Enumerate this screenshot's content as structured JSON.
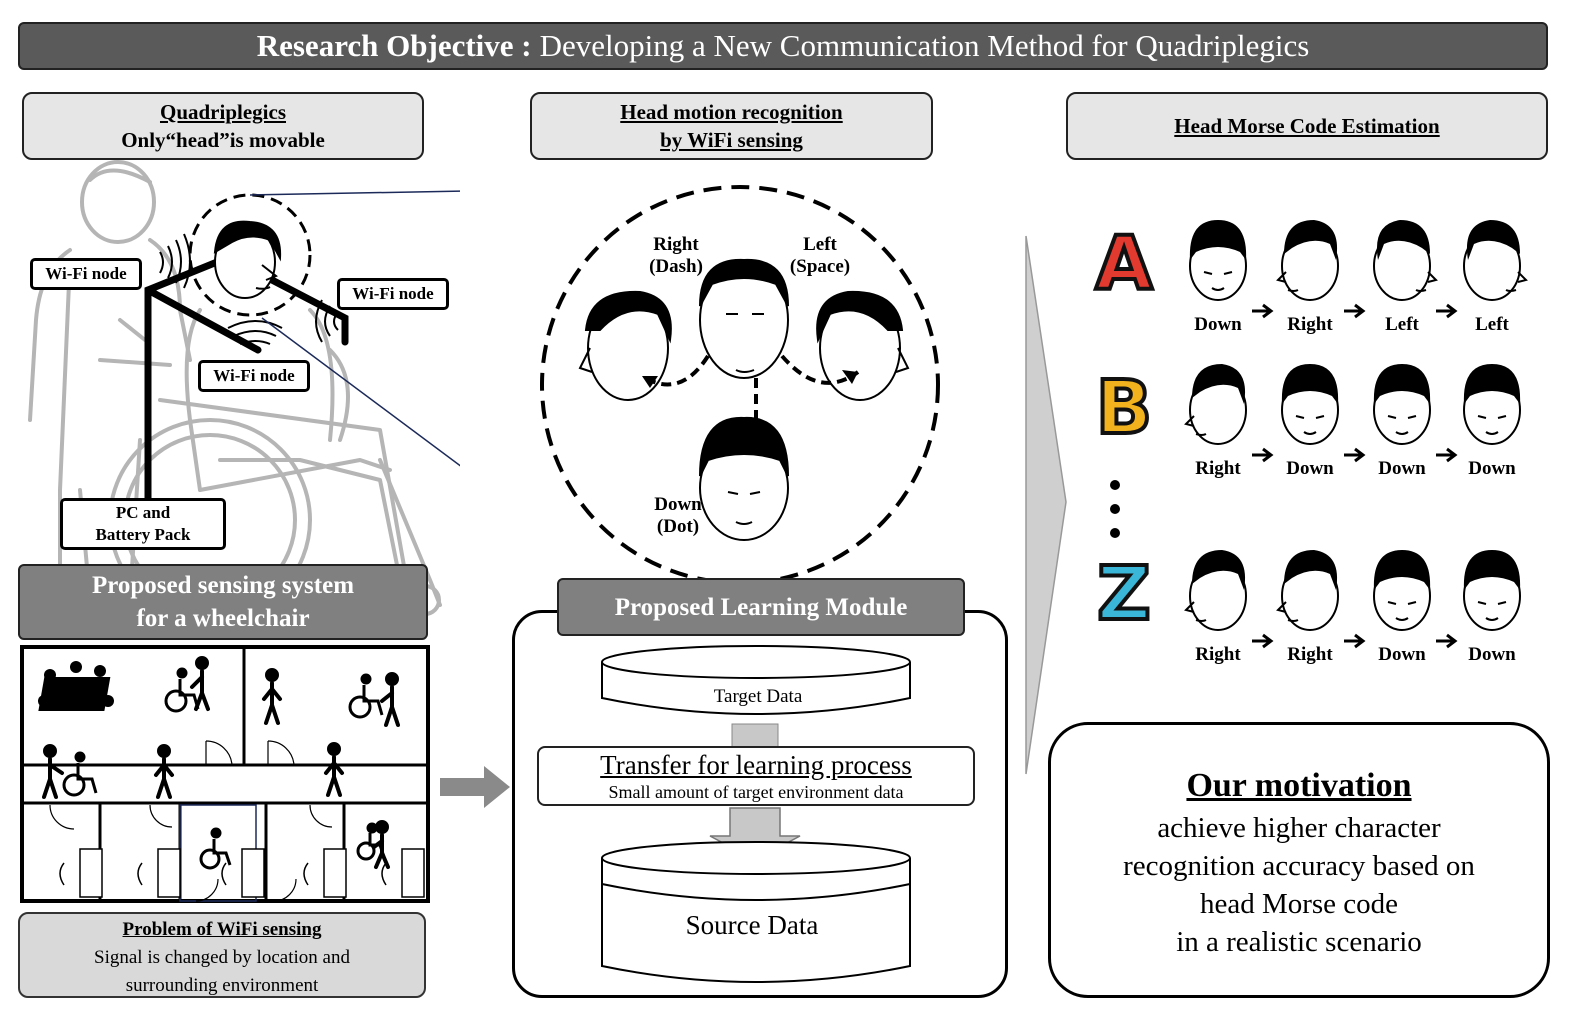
{
  "title": {
    "bold": "Research Objective :",
    "rest": "Developing a New Communication Method for Quadriplegics"
  },
  "headers": {
    "left": {
      "line1": "Quadriplegics",
      "line2": "Only“head”is movable"
    },
    "middle": {
      "line1": "Head motion recognition",
      "line2": "by WiFi sensing"
    },
    "right": {
      "line1": "Head Morse Code Estimation"
    }
  },
  "wheelchair": {
    "wifi_node_1": "Wi-Fi node",
    "wifi_node_2": "Wi-Fi node",
    "wifi_node_3": "Wi-Fi node",
    "pc_line1": "PC and",
    "pc_line2": "Battery Pack",
    "system_line1": "Proposed sensing system",
    "system_line2": "for a wheelchair"
  },
  "problem": {
    "title": "Problem of WiFi sensing",
    "line1": "Signal is changed by location and",
    "line2": "surrounding environment"
  },
  "motion": {
    "right": "Right",
    "right_sub": "(Dash)",
    "left": "Left",
    "left_sub": "(Space)",
    "down": "Down",
    "down_sub": "(Dot)"
  },
  "learning": {
    "title": "Proposed Learning Module",
    "target": "Target Data",
    "transfer": "Transfer for learning process",
    "transfer_sub": "Small amount of target environment data",
    "source": "Source Data"
  },
  "morse": [
    {
      "letter": "A",
      "color": "#e23a2e",
      "moves": [
        "Down",
        "Right",
        "Left",
        "Left"
      ]
    },
    {
      "letter": "B",
      "color": "#f2b21e",
      "moves": [
        "Right",
        "Down",
        "Down",
        "Down"
      ]
    },
    {
      "letter": "Z",
      "color": "#3ab6d8",
      "moves": [
        "Right",
        "Right",
        "Down",
        "Down"
      ]
    }
  ],
  "motivation": {
    "title": "Our motivation",
    "line1": "achieve higher character",
    "line2": "recognition accuracy based on",
    "line3": "head Morse code",
    "line4": "in a realistic scenario"
  }
}
